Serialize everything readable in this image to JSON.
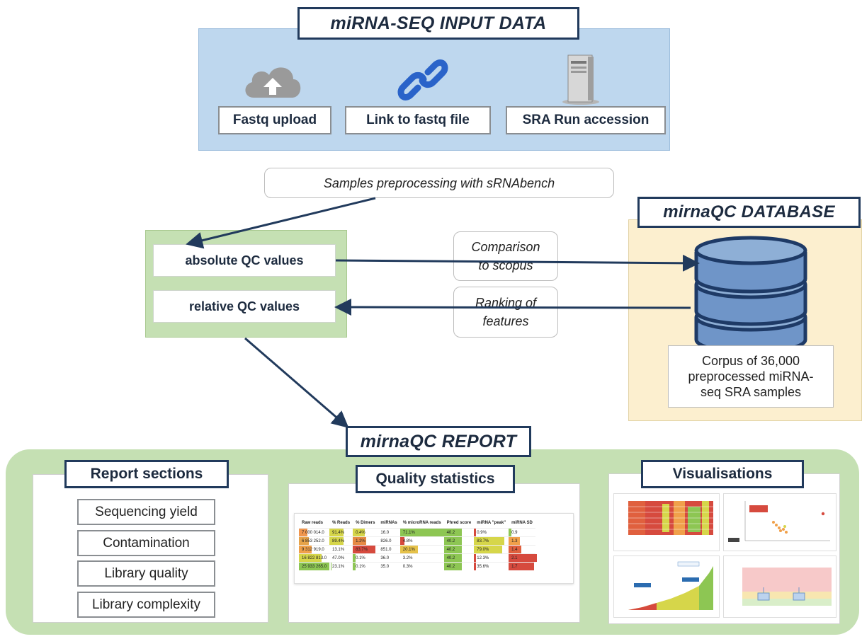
{
  "input": {
    "title": "miRNA-SEQ INPUT DATA",
    "sources": [
      {
        "label": "Fastq upload",
        "icon": "cloud-upload-icon"
      },
      {
        "label": "Link to fastq file",
        "icon": "link-icon"
      },
      {
        "label": "SRA Run accession",
        "icon": "server-icon"
      }
    ]
  },
  "preprocessing": {
    "label": "Samples preprocessing with sRNAbench"
  },
  "qc": {
    "absolute": "absolute QC values",
    "relative": "relative QC values"
  },
  "flow": {
    "comparison": "Comparison\nto scopus",
    "ranking": "Ranking of\nfeatures"
  },
  "database": {
    "title": "mirnaQC DATABASE",
    "corpus": "Corpus of 36,000\npreprocessed miRNA-\nseq SRA samples"
  },
  "report": {
    "title": "mirnaQC REPORT",
    "sections_title": "Report sections",
    "sections": [
      "Sequencing yield",
      "Contamination",
      "Library quality",
      "Library complexity"
    ],
    "stats_title": "Quality statistics",
    "vis_title": "Visualisations"
  },
  "stats_table": {
    "headers": [
      "Raw reads",
      "% Reads",
      "% Dimers",
      "miRNAs",
      "% microRNA reads",
      "Phred score",
      "miRNA \"peak\"",
      "miRNA SD"
    ],
    "rows": [
      [
        "7 000 014.0",
        "91.4%",
        "0.4%",
        "16.0",
        "71.1%",
        "40.2",
        "0.9%",
        "0.9"
      ],
      [
        "6 853 252.0",
        "89.4%",
        "1.2%",
        "826.0",
        "4.8%",
        "40.2",
        "83.7%",
        "1.3"
      ],
      [
        "9 312 919.0",
        "13.1%",
        "83.7%",
        "851.0",
        "20.1%",
        "40.2",
        "79.0%",
        "1.4"
      ],
      [
        "16 822 813.0",
        "47.0%",
        "0.1%",
        "36.0",
        "3.2%",
        "40.2",
        "12.3%",
        "2.1"
      ],
      [
        "25 933 265.0",
        "23.1%",
        "0.1%",
        "35.0",
        "0.3%",
        "40.2",
        "35.6%",
        "1.7"
      ]
    ],
    "colors": [
      [
        "#f0964e",
        "#d6d64a",
        "#d6d64a",
        "#ffffff",
        "#8dc653",
        "#8dc653",
        "#d64a3e",
        "#8dc653"
      ],
      [
        "#e6a34a",
        "#d6d64a",
        "#e68a45",
        "#ffffff",
        "#d64a3e",
        "#8dc653",
        "#d6d64a",
        "#f0a04a"
      ],
      [
        "#f0a04a",
        "#ffffff",
        "#d64a3e",
        "#ffffff",
        "#e6c24a",
        "#8dc653",
        "#d6d64a",
        "#e0603e"
      ],
      [
        "#d6d64a",
        "#ffffff",
        "#8dc653",
        "#ffffff",
        "#ffffff",
        "#8dc653",
        "#d64a3e",
        "#d64a3e"
      ],
      [
        "#8dc653",
        "#ffffff",
        "#8dc653",
        "#ffffff",
        "#ffffff",
        "#8dc653",
        "#d64a3e",
        "#d64a3e"
      ]
    ],
    "fills": [
      [
        0.25,
        0.55,
        0.45,
        0,
        0.95,
        0.55,
        0.05,
        0.1
      ],
      [
        0.3,
        0.55,
        0.5,
        0,
        0.08,
        0.55,
        0.85,
        0.4
      ],
      [
        0.4,
        0.15,
        0.85,
        0,
        0.35,
        0.55,
        0.8,
        0.45
      ],
      [
        0.7,
        0.05,
        0.1,
        0,
        0.05,
        0.55,
        0.05,
        1.0
      ],
      [
        1.0,
        0.05,
        0.1,
        0,
        0.05,
        0.55,
        0.05,
        0.9
      ]
    ]
  },
  "colors": {
    "navy": "#213a5c",
    "input_bg": "#bed7ee",
    "qc_bg": "#c5e0b3",
    "db_bg": "#fcefcf",
    "report_bg": "#c5e0b3",
    "db_blue": "#8eafd6"
  }
}
